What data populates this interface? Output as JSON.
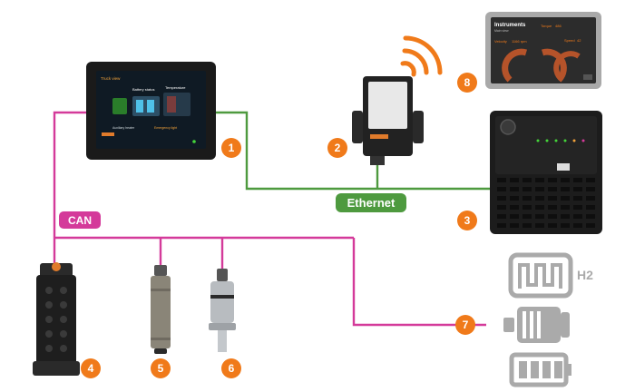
{
  "labels": {
    "can": "CAN",
    "ethernet": "Ethernet",
    "h2": "H2"
  },
  "badges": [
    "1",
    "2",
    "3",
    "4",
    "5",
    "6",
    "7",
    "8"
  ],
  "display": {
    "header": "Truck view",
    "panel_a": "Battery status",
    "panel_b": "Temperature",
    "footer_a": "Auxiliary heater",
    "footer_b": "Emergency light"
  },
  "tablet": {
    "title": "Instruments",
    "subtitle": "Main view",
    "g1_label": "Torque",
    "g1_value": "486",
    "g2_label": "Velocity",
    "g2_value": "1166 rpm",
    "g3_label": "Speed",
    "g3_value": "42"
  },
  "colors": {
    "can_line": "#d43a9a",
    "ethernet_line": "#4e9a3f",
    "ethernet_label_bg": "#4e9a3f",
    "badge": "#f07a1a",
    "wifi": "#f07a1a",
    "power_icons": "#aaaaaa"
  },
  "icons": [
    "hydrogen-fuel-cell-icon",
    "motor-icon",
    "battery-icon",
    "wifi-icon"
  ]
}
